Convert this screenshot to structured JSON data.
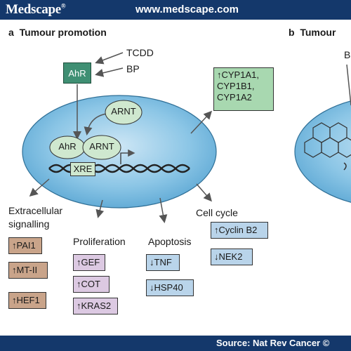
{
  "header": {
    "logo": "Medscape",
    "logo_mark": "®",
    "url": "www.medscape.com"
  },
  "footer": {
    "source": "Source: Nat Rev Cancer ©"
  },
  "panel_a": {
    "letter": "a",
    "title": "Tumour promotion"
  },
  "panel_b": {
    "letter": "b",
    "title": "Tumour",
    "label_fragment": "B"
  },
  "ligands": {
    "tcdd": "TCDD",
    "bp": "BP"
  },
  "molecules": {
    "ahr_box": "AhR",
    "arnt_free": "ARNT",
    "ahr_bound": "AhR",
    "arnt_bound": "ARNT",
    "xre": "XRE"
  },
  "cyp_box": {
    "lines": [
      "↑CYP1A1,",
      "CYP1B1,",
      "CYP1A2"
    ]
  },
  "categories": {
    "extracellular_line1": "Extracellular",
    "extracellular_line2": "signalling",
    "proliferation": "Proliferation",
    "apoptosis": "Apoptosis",
    "cell_cycle": "Cell cycle"
  },
  "genes": {
    "extracellular": [
      "↑PAI1",
      "↑MT-II",
      "↑HEF1"
    ],
    "proliferation": [
      "↑GEF",
      "↑COT",
      "↑KRAS2"
    ],
    "apoptosis": [
      "↓TNF",
      "↓HSP40"
    ],
    "cell_cycle": [
      "↑Cyclin B2",
      "↓NEK2"
    ]
  },
  "colors": {
    "header_bar": "#14386b",
    "nucleus_fill": "#6eb4dc",
    "ahr_box": "#3f8f73",
    "green_box": "#a8d8b0",
    "brown_box": "#c9a48a",
    "pink_box": "#dcc9e2",
    "blue_box": "#b9d4ea",
    "molecule_fill": "#cfe8cf"
  }
}
